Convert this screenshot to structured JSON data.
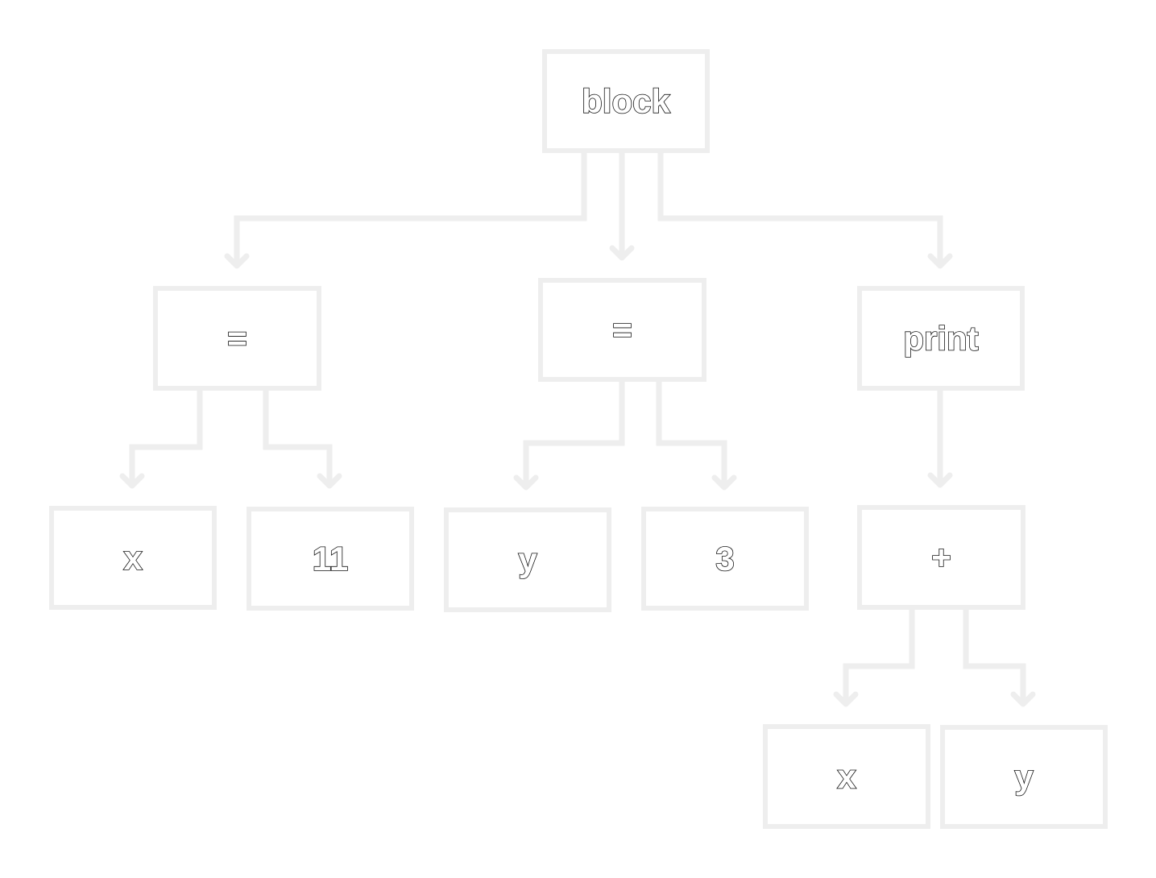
{
  "diagram": {
    "type": "tree",
    "nodes": [
      {
        "id": "block",
        "label": "block"
      },
      {
        "id": "assign1",
        "label": "="
      },
      {
        "id": "assign2",
        "label": "="
      },
      {
        "id": "print",
        "label": "print"
      },
      {
        "id": "x1",
        "label": "x"
      },
      {
        "id": "n11",
        "label": "11"
      },
      {
        "id": "y1",
        "label": "y"
      },
      {
        "id": "n3",
        "label": "3"
      },
      {
        "id": "plus",
        "label": "+"
      },
      {
        "id": "x2",
        "label": "x"
      },
      {
        "id": "y2",
        "label": "y"
      }
    ],
    "edges": [
      {
        "from": "block",
        "to": "assign1"
      },
      {
        "from": "block",
        "to": "assign2"
      },
      {
        "from": "block",
        "to": "print"
      },
      {
        "from": "assign1",
        "to": "x1"
      },
      {
        "from": "assign1",
        "to": "n11"
      },
      {
        "from": "assign2",
        "to": "y1"
      },
      {
        "from": "assign2",
        "to": "n3"
      },
      {
        "from": "print",
        "to": "plus"
      },
      {
        "from": "plus",
        "to": "x2"
      },
      {
        "from": "plus",
        "to": "y2"
      }
    ],
    "colors": {
      "box_stroke": "#eeeeee",
      "edge": "#eeeeee",
      "text_outline": "#111111",
      "text_fill": "#ffffff"
    }
  }
}
